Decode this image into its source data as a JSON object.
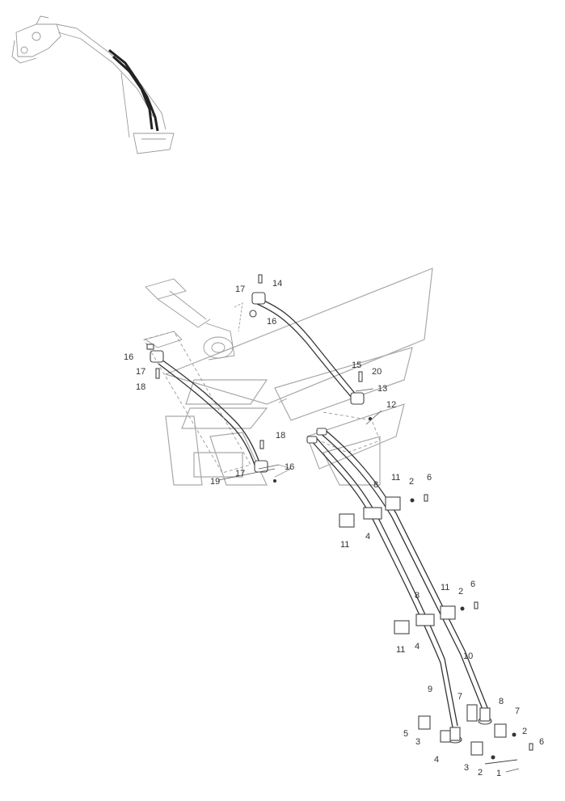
{
  "callouts": {
    "c1": "1",
    "c2a": "2",
    "c2b": "2",
    "c2c": "2",
    "c2d": "2",
    "c3a": "3",
    "c3b": "3",
    "c4a": "4",
    "c4b": "4",
    "c4c": "4",
    "c5": "5",
    "c6a": "6",
    "c6b": "6",
    "c6c": "6",
    "c7a": "7",
    "c7b": "7",
    "c8a": "8",
    "c8b": "8",
    "c8c": "8",
    "c9": "9",
    "c10": "10",
    "c11a": "11",
    "c11b": "11",
    "c11c": "11",
    "c11d": "11",
    "c12": "12",
    "c13": "13",
    "c14": "14",
    "c15": "15",
    "c16a": "16",
    "c16b": "16",
    "c16c": "16",
    "c17a": "17",
    "c17b": "17",
    "c17c": "17",
    "c18a": "18",
    "c18b": "18",
    "c19": "19",
    "c20": "20"
  }
}
